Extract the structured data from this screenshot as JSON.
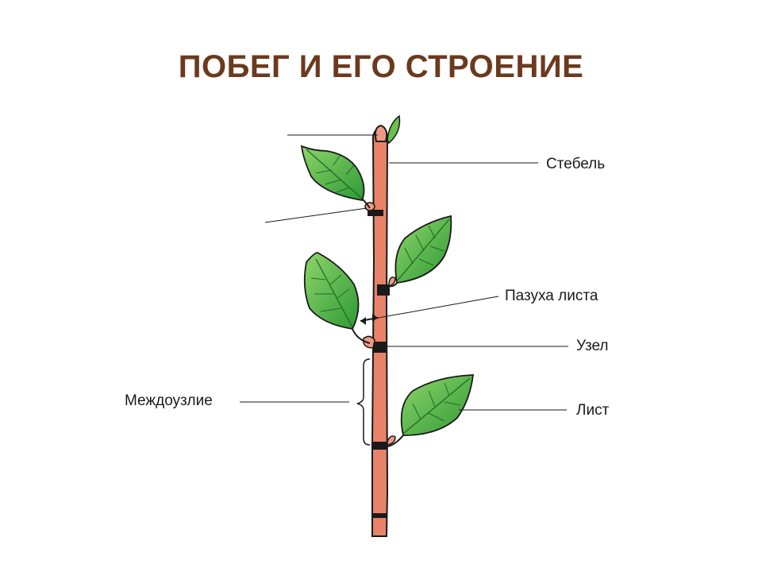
{
  "title": "ПОБЕГ И ЕГО СТРОЕНИЕ",
  "labels": {
    "stem": "Стебель",
    "leaf_axil": "Пазуха листа",
    "node": "Узел",
    "internode": "Междоузлие",
    "leaf": "Лист"
  },
  "colors": {
    "title": "#6b3a1e",
    "stem": "#e8836a",
    "leaf": "#3aa23a",
    "node_band": "#1a1a1a"
  }
}
